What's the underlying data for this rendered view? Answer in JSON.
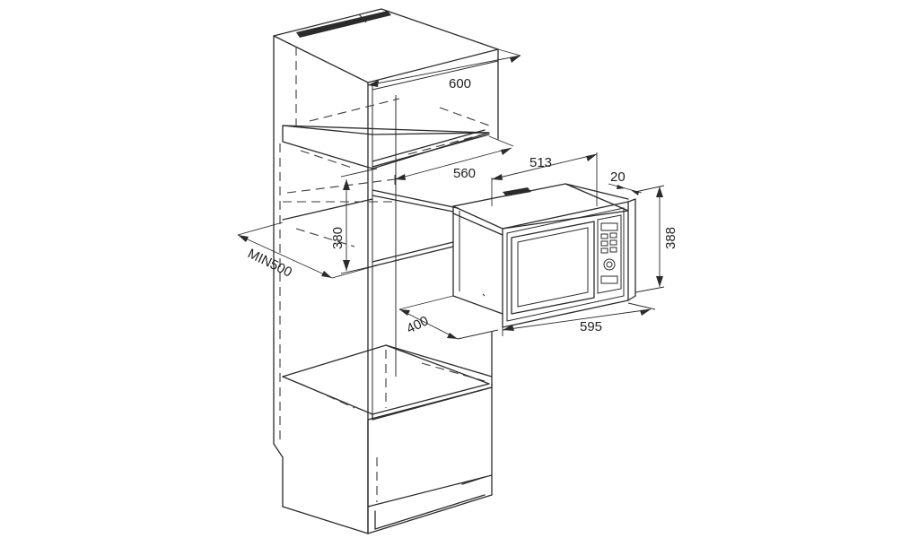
{
  "dimensions": {
    "cabinet_depth": "600",
    "niche_width": "560",
    "niche_height": "380",
    "niche_depth_min": "MIN500",
    "appliance_depth": "513",
    "frame_offset": "20",
    "appliance_height": "388",
    "appliance_width": "595",
    "frame_depth": "400"
  }
}
